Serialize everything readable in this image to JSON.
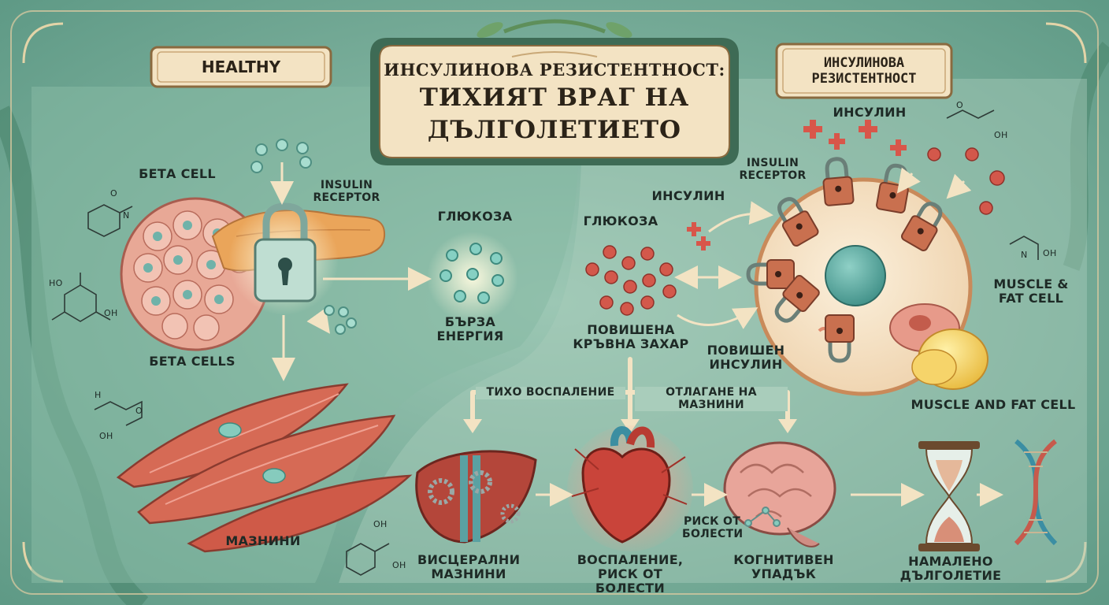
{
  "title": {
    "line1": "ИНСУЛИНОВА РЕЗИСТЕНТНОСТ:",
    "line2": "ТИХИЯТ ВРАГ НА",
    "line3": "ДЪЛГОЛЕТИЕТО"
  },
  "healthy_panel": {
    "banner": "HEALTHY",
    "beta_cell": "БЕТА CELL",
    "insulin_receptor_1": "INSULIN",
    "insulin_receptor_2": "RECEPTOR",
    "glucose": "ГЛЮКОЗА",
    "fast_energy_1": "БЪРЗА",
    "fast_energy_2": "ЕНЕРГИЯ",
    "beta_cells": "БЕТА CELLS",
    "fats": "МАЗНИНИ"
  },
  "resistance_panel": {
    "banner_1": "ИНСУЛИНОВА",
    "banner_2": "РЕЗИСТЕНТНОСТ",
    "insulin_top": "ИНСУЛИН",
    "insulin_mid": "ИНСУЛИН",
    "insulin_receptor_1": "INSULIN",
    "insulin_receptor_2": "RECEPTOR",
    "glucose": "ГЛЮКОЗА",
    "high_sugar_1": "ПОВИШЕНА",
    "high_sugar_2": "КРЪВНА ЗАХАР",
    "high_insulin_1": "ПОВИШЕН",
    "high_insulin_2": "ИНСУЛИН",
    "muscle_fat_1": "MUSCLE &",
    "muscle_fat_2": "FAT CELL",
    "muscle_fat_cell": "MUSCLE AND FAT CELL"
  },
  "consequences": {
    "branch_left": "ТИХО ВОСПАЛЕНИЕ",
    "branch_right": "ОТЛАГАНЕ НА МАЗНИНИ",
    "visceral_1": "ВИСЦЕРАЛНИ",
    "visceral_2": "МАЗНИНИ",
    "inflammation_1": "ВОСПАЛЕНИЕ,",
    "inflammation_2": "РИСК ОТ БОЛЕСТИ",
    "disease_risk_1": "РИСК ОТ",
    "disease_risk_2": "БОЛЕСТИ",
    "cognitive_1": "КОГНИТИВЕН",
    "cognitive_2": "УПАДЪК",
    "longevity_1": "НАМАЛЕНО",
    "longevity_2": "ДЪЛГОЛЕТИЕ"
  },
  "chem_labels": {
    "ho_1": "HO",
    "oh_1": "OH",
    "o_1": "O",
    "n_1": "N",
    "oh_2": "OH",
    "h_1": "H",
    "n_2": "N",
    "oh_3": "OH",
    "o_2": "O",
    "oh_4": "OH",
    "oh_5": "OH",
    "oh_6": "OH",
    "o_3": "O"
  },
  "colors": {
    "background": "#5f9a86",
    "panel": "#86b9a4",
    "parchment": "#f3e3c3",
    "cell": "#f6e3c6",
    "muscle": "#cf5a48",
    "glucose": "#6fc4b4",
    "red_glucose": "#cf4f42",
    "lock": "#c9704f"
  }
}
